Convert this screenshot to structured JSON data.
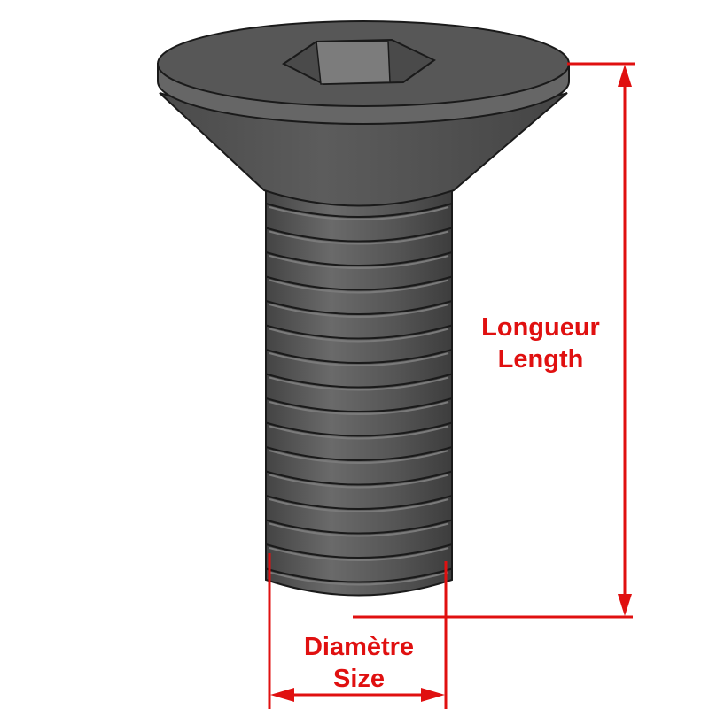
{
  "colors": {
    "dimension": "#e01010",
    "screw_body": "#555555",
    "screw_dark": "#3a3a3a",
    "outline": "#1a1a1a"
  },
  "thread_count": 16,
  "labels": {
    "length_fr": "Longueur",
    "length_en": "Length",
    "size_fr": "Diamètre",
    "size_en": "Size"
  }
}
